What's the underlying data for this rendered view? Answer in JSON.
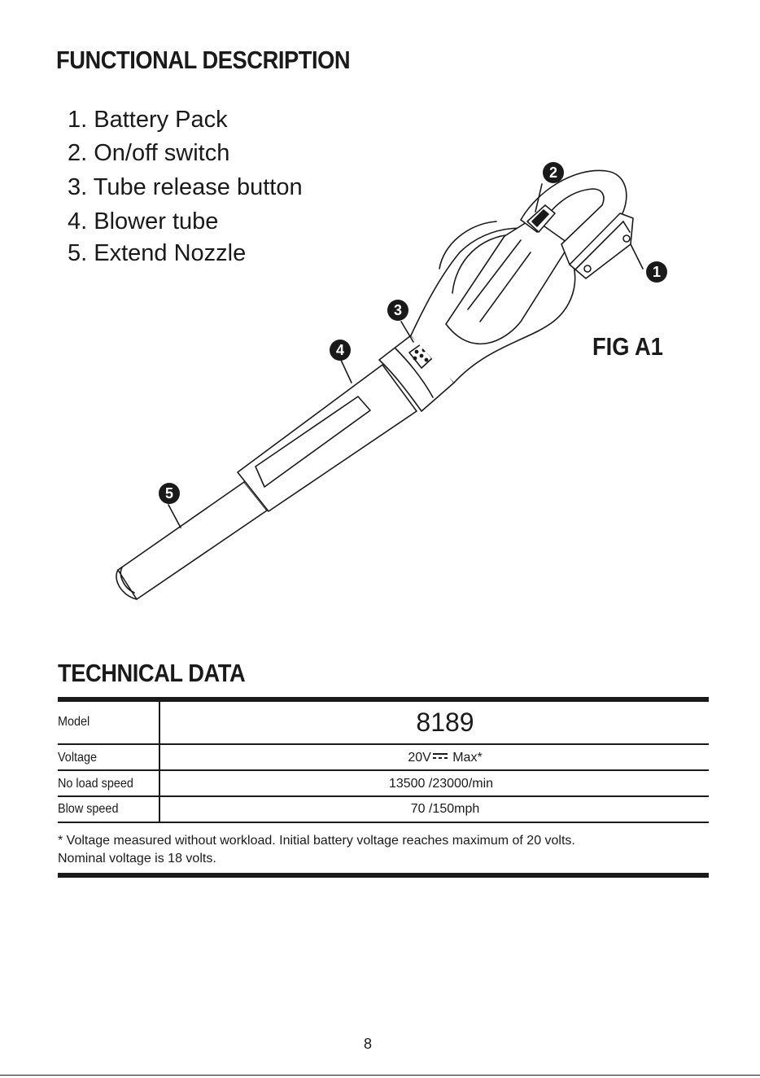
{
  "functional": {
    "title": "FUNCTIONAL  DESCRIPTION",
    "items": [
      "1. Battery Pack",
      "2. On/off switch",
      "3.  Tube release button",
      "4.  Blower tube",
      "5.  Extend Nozzle"
    ]
  },
  "figure": {
    "label": "FIG A1",
    "callouts": [
      "1",
      "2",
      "3",
      "4",
      "5"
    ]
  },
  "technical": {
    "title": "TECHNICAL DATA",
    "rows": [
      {
        "label": "Model",
        "value": "8189"
      },
      {
        "label": "Voltage",
        "value_prefix": "20V",
        "value_suffix": " Max*"
      },
      {
        "label": "No load speed",
        "value": "13500 /23000/min"
      },
      {
        "label": "Blow speed",
        "value": "70 /150mph"
      }
    ],
    "note_line1": "* Voltage measured without workload. Initial battery voltage reaches maximum of 20 volts.",
    "note_line2": "Nominal voltage is 18 volts."
  },
  "page_number": "8"
}
